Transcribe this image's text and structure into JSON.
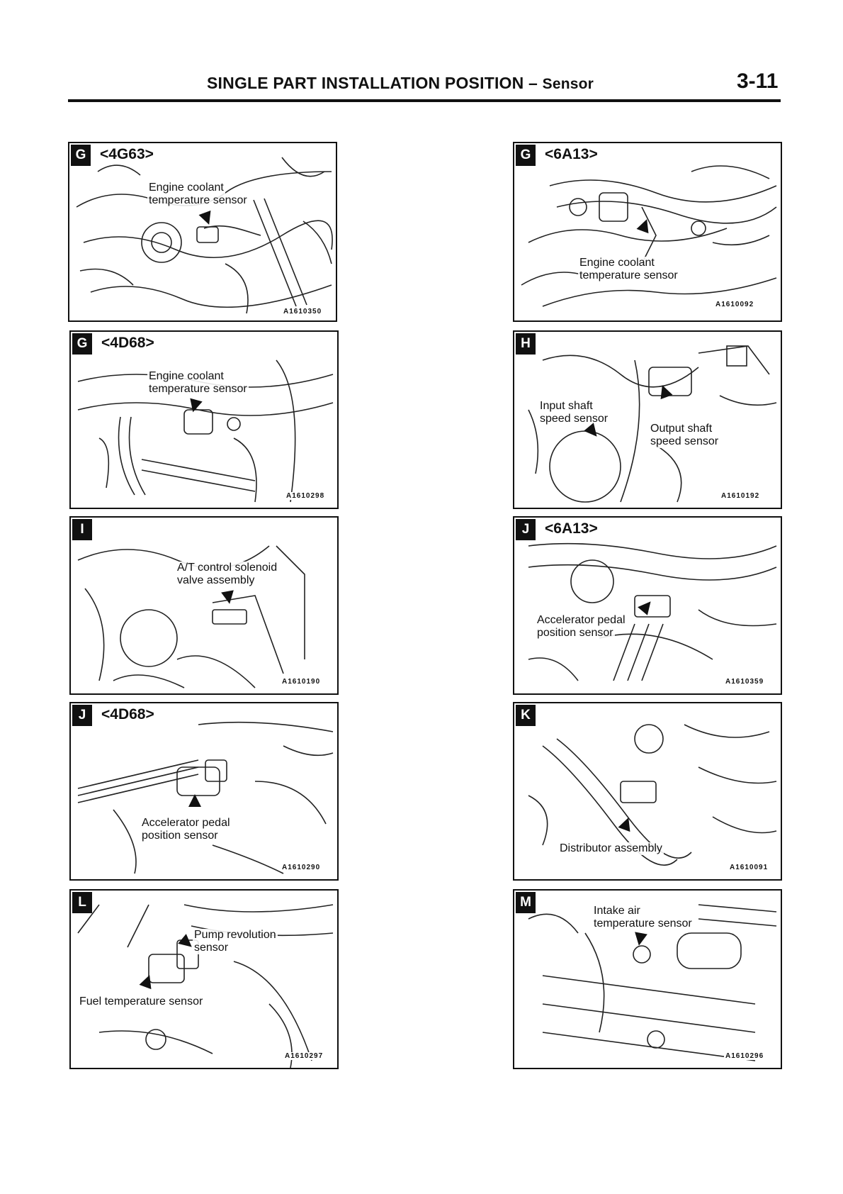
{
  "header": {
    "title": "SINGLE PART INSTALLATION POSITION",
    "separator": "–",
    "subtitle": "Sensor",
    "page_number": "3-11"
  },
  "panels": [
    {
      "letter": "G",
      "variant": "<4G63>",
      "labels": [
        "Engine coolant",
        "temperature sensor"
      ],
      "code": "A1610350"
    },
    {
      "letter": "G",
      "variant": "<6A13>",
      "labels": [
        "Engine coolant",
        "temperature sensor"
      ],
      "code": "A1610092"
    },
    {
      "letter": "G",
      "variant": "<4D68>",
      "labels": [
        "Engine coolant",
        "temperature sensor"
      ],
      "code": "A1610298"
    },
    {
      "letter": "H",
      "variant": "",
      "labels": [
        "Input shaft",
        "speed sensor",
        "Output shaft",
        "speed sensor"
      ],
      "code": "A1610192"
    },
    {
      "letter": "I",
      "variant": "",
      "labels": [
        "A/T control solenoid",
        "valve assembly"
      ],
      "code": "A1610190"
    },
    {
      "letter": "J",
      "variant": "<6A13>",
      "labels": [
        "Accelerator pedal",
        "position sensor"
      ],
      "code": "A1610359"
    },
    {
      "letter": "J",
      "variant": "<4D68>",
      "labels": [
        "Accelerator pedal",
        "position sensor"
      ],
      "code": "A1610290"
    },
    {
      "letter": "K",
      "variant": "",
      "labels": [
        "Distributor assembly"
      ],
      "code": "A1610091"
    },
    {
      "letter": "L",
      "variant": "",
      "labels": [
        "Pump revolution",
        "sensor",
        "Fuel temperature sensor"
      ],
      "code": "A1610297"
    },
    {
      "letter": "M",
      "variant": "",
      "labels": [
        "Intake air",
        "temperature sensor"
      ],
      "code": "A1610296"
    }
  ]
}
